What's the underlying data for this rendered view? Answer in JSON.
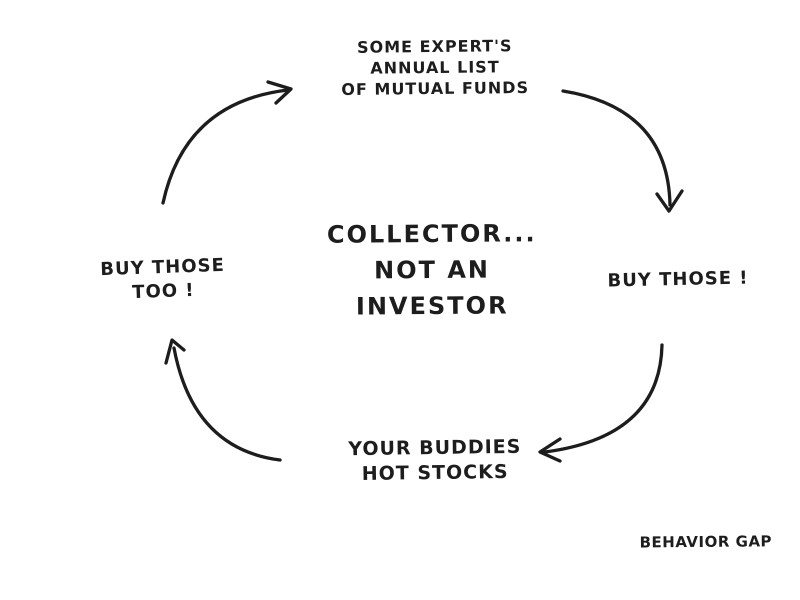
{
  "palette": {
    "background": "#ffffff",
    "ink": "#1d1d1d"
  },
  "diagram": {
    "type": "hand-drawn-cycle",
    "center": {
      "lines": [
        "COLLECTOR...",
        "NOT AN",
        "INVESTOR"
      ]
    },
    "top": {
      "lines": [
        "SOME EXPERT'S",
        "ANNUAL LIST",
        "OF MUTUAL FUNDS"
      ]
    },
    "right": {
      "lines": [
        "BUY THOSE !"
      ]
    },
    "bottom": {
      "lines": [
        "YOUR BUDDIES",
        "HOT STOCKS"
      ]
    },
    "left": {
      "lines": [
        "BUY THOSE",
        "TOO !"
      ]
    },
    "arrows": [
      {
        "name": "left-to-top",
        "direction": "clockwise"
      },
      {
        "name": "top-to-right",
        "direction": "clockwise"
      },
      {
        "name": "right-to-bottom",
        "direction": "clockwise"
      },
      {
        "name": "bottom-to-left",
        "direction": "clockwise"
      }
    ],
    "signature": "BEHAVIOR GAP"
  }
}
